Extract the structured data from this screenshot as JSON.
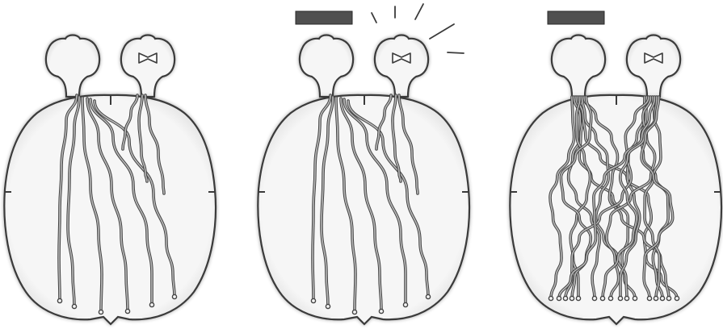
{
  "figure": {
    "panels": [
      {
        "id": "normal",
        "occluded_eye": "none",
        "light_on_eye": "none",
        "fiber_pattern": "segregated"
      },
      {
        "id": "monocular-deprivation",
        "occluded_eye": "left",
        "light_on_eye": "right",
        "fiber_pattern": "segregated"
      },
      {
        "id": "binocular-occlusion",
        "occluded_eye": "left",
        "light_on_eye": "none",
        "fiber_pattern": "intermixed"
      }
    ],
    "icons": {
      "eye": "eye-icon",
      "pupil": "bowtie-pupil-icon",
      "occluder": "eye-patch-bar",
      "light": "light-rays-icon"
    },
    "colors": {
      "outline": "#3a3a3a",
      "brain_fill": "#f6f6f6",
      "fiber_inner": "#b8b8b8",
      "occluder": "#505050"
    }
  }
}
